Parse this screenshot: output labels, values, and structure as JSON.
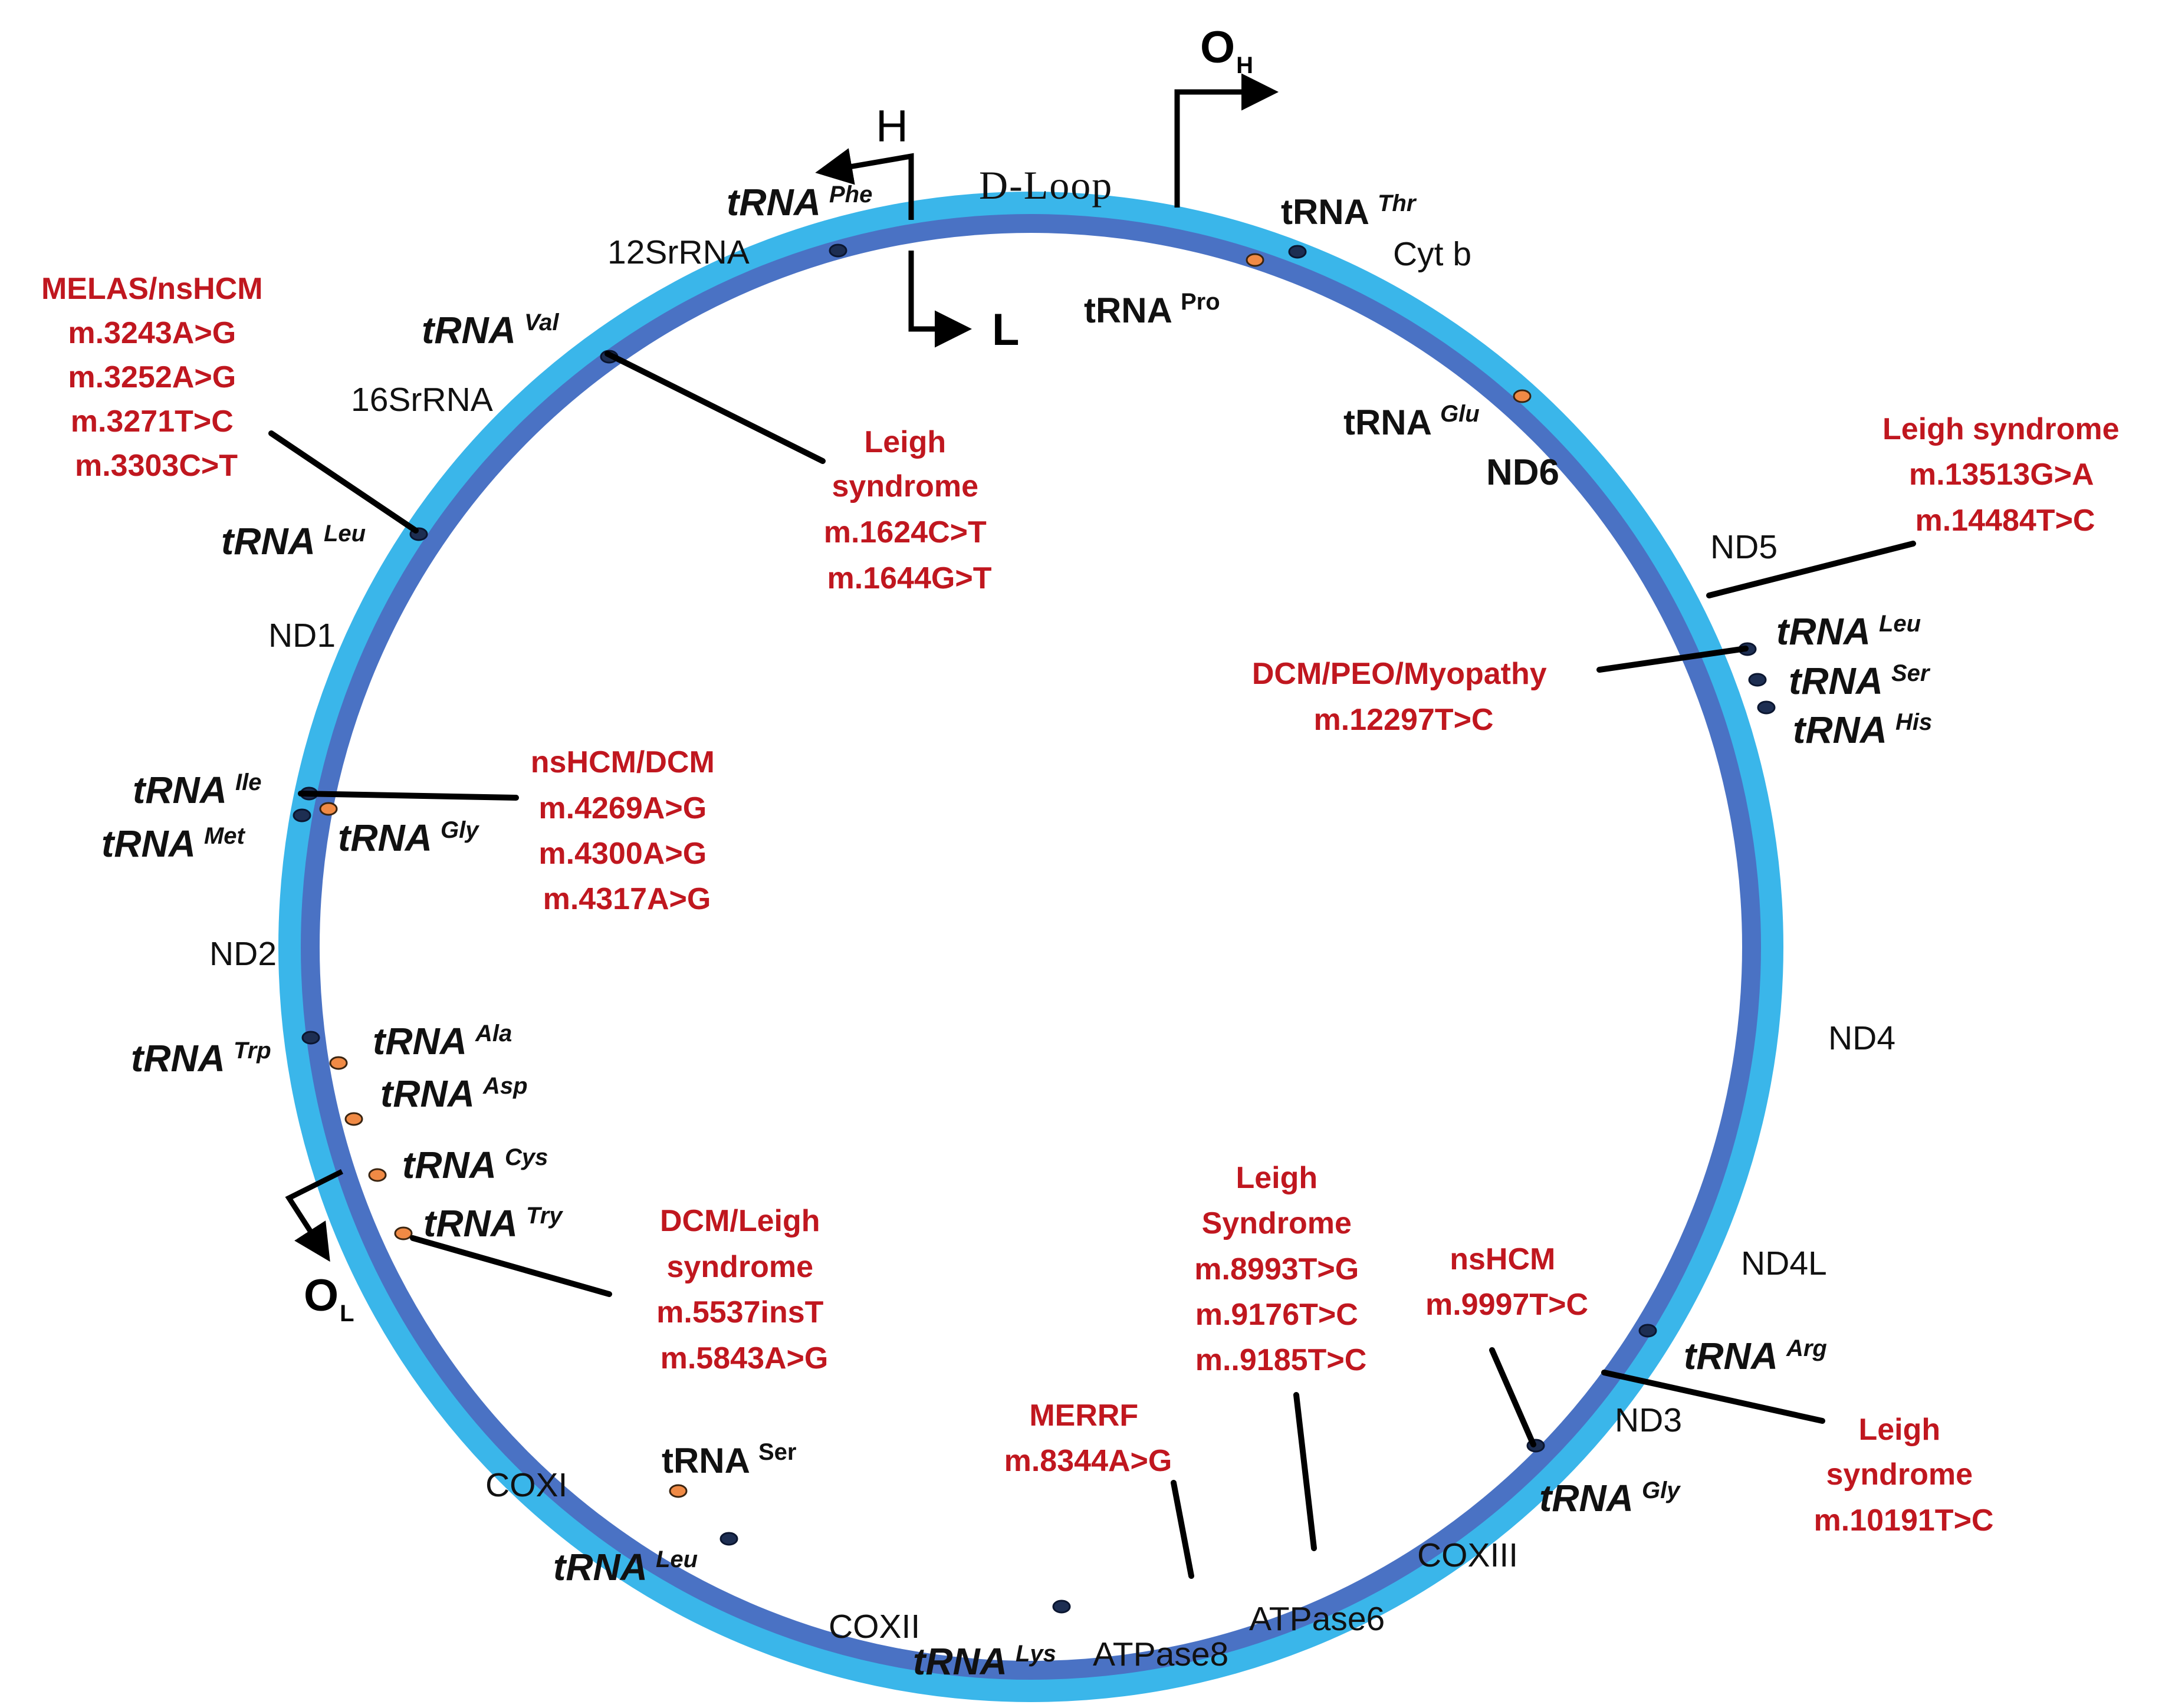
{
  "colors": {
    "outer_ring": "#3ab6ea",
    "inner_ring": "#4a72c4",
    "mutation_text": "#c0171f",
    "marker_dark": "#1d2e52",
    "marker_orange": "#f08a45",
    "label_text": "#111111"
  },
  "origins": {
    "heavy_main": "O",
    "heavy_sub": "H",
    "light_main": "O",
    "light_sub": "L"
  },
  "strands": {
    "heavy": "H",
    "light": "L"
  },
  "control_region": "D-Loop",
  "genes": {
    "rrna_12s": "12SrRNA",
    "rrna_16s": "16SrRNA",
    "nd1": "ND1",
    "nd2": "ND2",
    "coxi": "COXI",
    "coxii": "COXII",
    "atpase8": "ATPase8",
    "atpase6": "ATPase6",
    "coxiii": "COXIII",
    "nd3": "ND3",
    "nd4l": "ND4L",
    "nd4": "ND4",
    "nd5": "ND5",
    "nd6": "ND6",
    "cytb": "Cyt b"
  },
  "trnas": {
    "prefix": "tRNA",
    "phe": "Phe",
    "val": "Val",
    "leu1": "Leu",
    "ile": "Ile",
    "met": "Met",
    "gly_left": "Gly",
    "trp": "Trp",
    "ala": "Ala",
    "asp": "Asp",
    "cys": "Cys",
    "try": "Try",
    "ser1": "Ser",
    "leu_bottom": "Leu",
    "lys": "Lys",
    "gly_right": "Gly",
    "arg": "Arg",
    "leu2": "Leu",
    "ser2": "Ser",
    "his": "His",
    "glu": "Glu",
    "pro": "Pro",
    "thr": "Thr"
  },
  "mutations": {
    "melas": [
      "MELAS/nsHCM",
      "m.3243A>G",
      "m.3252A>G",
      "m.3271T>C",
      "m.3303C>T"
    ],
    "leigh_12s": [
      "Leigh",
      "syndrome",
      "m.1624C>T",
      "m.1644G>T"
    ],
    "nshcm_dcm": [
      "nsHCM/DCM",
      "m.4269A>G",
      "m.4300A>G",
      "m.4317A>G"
    ],
    "dcm_leigh": [
      "DCM/Leigh",
      "syndrome",
      "m.5537insT",
      "m.5843A>G"
    ],
    "merrf": [
      "MERRF",
      "m.8344A>G"
    ],
    "leigh_atp6": [
      "Leigh",
      "Syndrome",
      "m.8993T>G",
      "m.9176T>C",
      "m..9185T>C"
    ],
    "nshcm_cox3": [
      "nsHCM",
      "m.9997T>C"
    ],
    "leigh_nd3": [
      "Leigh",
      "syndrome",
      "m.10191T>C"
    ],
    "dcm_peo": [
      "DCM/PEO/Myopathy",
      "m.12297T>C"
    ],
    "leigh_nd5": [
      "Leigh syndrome",
      "m.13513G>A",
      "m.14484T>C"
    ]
  }
}
